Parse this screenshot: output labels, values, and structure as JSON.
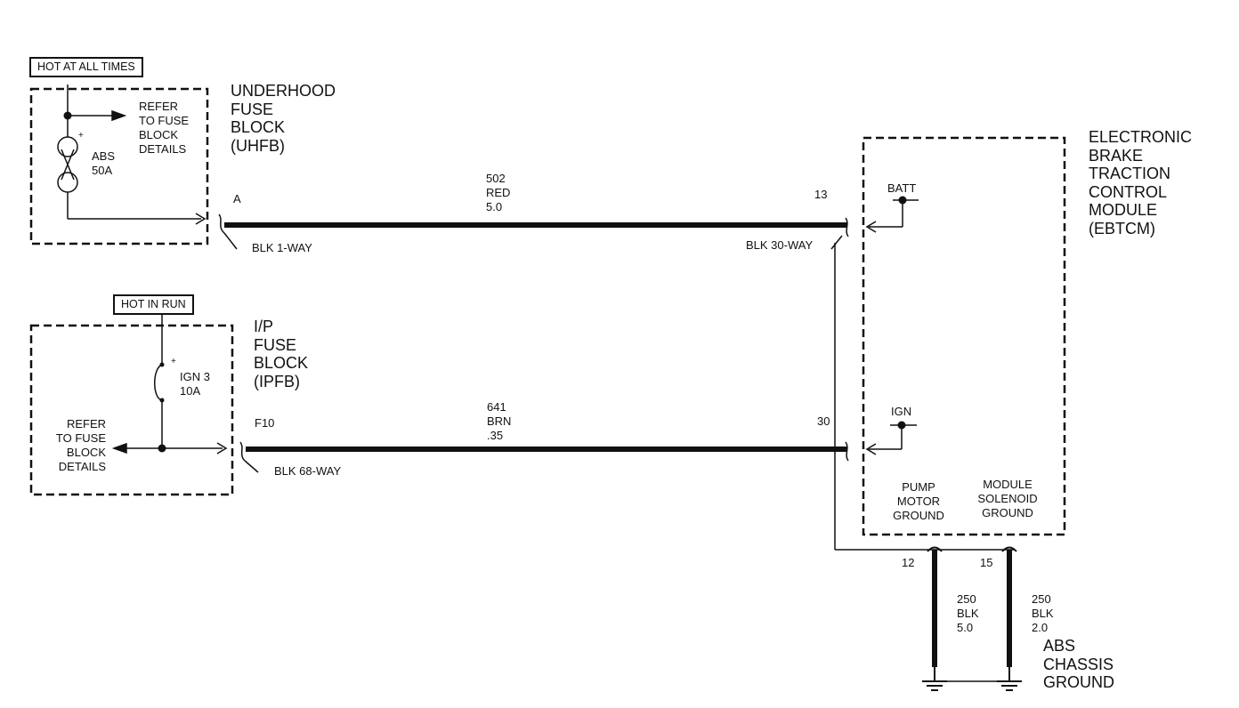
{
  "colors": {
    "ink": "#111111",
    "background": "#ffffff"
  },
  "underhood_fuse_block": {
    "hot_label": "HOT AT ALL TIMES",
    "name": "UNDERHOOD\nFUSE\nBLOCK\n(UHFB)",
    "refer_note": "REFER\nTO FUSE\nBLOCK\nDETAILS",
    "fuse": "ABS\n50A",
    "fuse_polarity": "+",
    "pin": "A",
    "connector": "BLK 1-WAY"
  },
  "ip_fuse_block": {
    "hot_label": "HOT IN RUN",
    "name": "I/P\nFUSE\nBLOCK\n(IPFB)",
    "refer_note": "REFER\nTO FUSE\nBLOCK\nDETAILS",
    "fuse": "IGN 3\n10A",
    "fuse_polarity": "+",
    "pin": "F10",
    "connector": "BLK 68-WAY"
  },
  "wires": {
    "batt_feed": "502\nRED\n5.0",
    "ign_feed": "641\nBRN\n.35",
    "pump_ground": "250\nBLK\n5.0",
    "solenoid_ground": "250\nBLK\n2.0"
  },
  "ebtcm": {
    "name": "ELECTRONIC\nBRAKE\nTRACTION\nCONTROL\nMODULE\n(EBTCM)",
    "connector": "BLK 30-WAY",
    "pin_batt": "13",
    "pin_ign": "30",
    "pin_pump_ground": "12",
    "pin_solenoid_ground": "15",
    "batt": "BATT",
    "ign": "IGN",
    "pump_ground": "PUMP\nMOTOR\nGROUND",
    "solenoid_ground": "MODULE\nSOLENOID\nGROUND"
  },
  "ground": {
    "name": "ABS\nCHASSIS\nGROUND"
  }
}
